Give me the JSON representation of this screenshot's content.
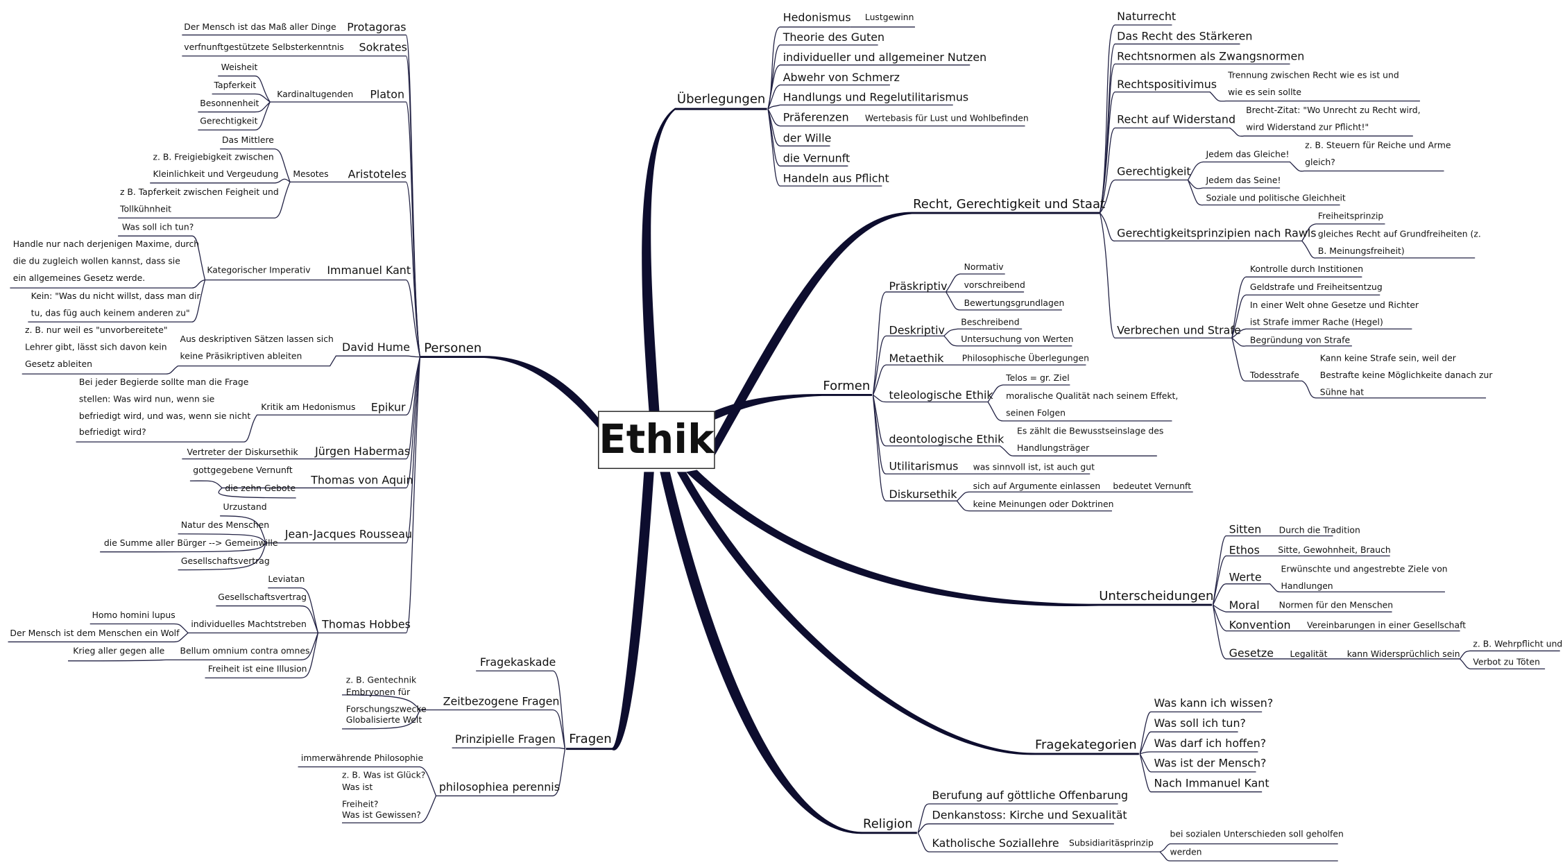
{
  "center": "Ethik",
  "main": {
    "ueberlegungen": "Überlegungen",
    "recht": "Recht, Gerechtigkeit und Staat",
    "formen": "Formen",
    "unterscheidungen": "Unterscheidungen",
    "fragekategorien": "Fragekategorien",
    "religion": "Religion",
    "fragen": "Fragen",
    "personen": "Personen"
  },
  "ueberlegungen": {
    "hedonismus": "Hedonismus",
    "lustgewinn": "Lustgewinn",
    "theorie": "Theorie des Guten",
    "nutzen": "individueller und allgemeiner Nutzen",
    "abwehr": "Abwehr von Schmerz",
    "handlungs": "Handlungs und Regelutilitarismus",
    "praeferenzen": "Präferenzen",
    "wertebasis": "Wertebasis für Lust und Wohlbefinden",
    "wille": "der Wille",
    "vernunft": "die Vernunft",
    "pflicht": "Handeln aus Pflicht"
  },
  "recht": {
    "naturrecht": "Naturrecht",
    "staerkeren": "Das Recht des Stärkeren",
    "zwangsnormen": "Rechtsnormen als Zwangsnormen",
    "positivismus": "Rechtspositivimus",
    "trennung1": "Trennung zwischen Recht wie es ist und",
    "trennung2": "wie es sein sollte",
    "widerstand": "Recht auf Widerstand",
    "brecht1": "Brecht-Zitat: \"Wo Unrecht zu Recht wird,",
    "brecht2": "wird Widerstand zur Pflicht!\"",
    "gerechtigkeit": "Gerechtigkeit",
    "gleiche": "Jedem das Gleiche!",
    "steuern1": "z. B. Steuern für Reiche und Arme",
    "steuern2": "gleich?",
    "seine": "Jedem das Seine!",
    "soziale": "Soziale und politische Gleichheit",
    "rawls": "Gerechtigkeitsprinzipien nach Rawls",
    "freiheitsprinzip": "Freiheitsprinzip",
    "gleichesrecht1": "gleiches Recht auf Grundfreiheiten (z.",
    "gleichesrecht2": "B. Meinungsfreiheit)",
    "verbrechen": "Verbrechen und Strafe",
    "kontrolle": "Kontrolle durch Institionen",
    "geldstrafe": "Geldstrafe und Freiheitsentzug",
    "welt1": "In einer Welt ohne Gesetze und Richter",
    "welt2": "ist Strafe immer Rache (Hegel)",
    "begruendung": "Begründung von Strafe",
    "todesstrafe": "Todesstrafe",
    "keine1": "Kann keine Strafe sein, weil der",
    "keine2": "Bestrafte keine Möglichkeite danach zur",
    "keine3": "Sühne hat"
  },
  "formen": {
    "praeskriptiv": "Präskriptiv",
    "normativ": "Normativ",
    "vorschreibend": "vorschreibend",
    "bewertung": "Bewertungsgrundlagen",
    "deskriptiv": "Deskriptiv",
    "beschreibend": "Beschreibend",
    "untersuchung": "Untersuchung von Werten",
    "metaethik": "Metaethik",
    "philosophische": "Philosophische Überlegungen",
    "teleologisch": "teleologische Ethik",
    "telos": "Telos = gr. Ziel",
    "moralisch1": "moralische Qualität nach seinem Effekt,",
    "moralisch2": "seinen Folgen",
    "deontologisch": "deontologische Ethik",
    "zaehlt1": "Es zählt die Bewusstseinslage des",
    "zaehlt2": "Handlungsträger",
    "utilitarismus": "Utilitarismus",
    "sinnvoll": "was sinnvoll ist, ist auch gut",
    "diskursethik": "Diskursethik",
    "argumente": "sich auf Argumente einlassen",
    "bedeutet": "bedeutet Vernunft",
    "meinungen": "keine Meinungen oder Doktrinen"
  },
  "unterscheidungen": {
    "sitten": "Sitten",
    "tradition": "Durch die Tradition",
    "ethos": "Ethos",
    "brauch": "Sitte, Gewohnheit, Brauch",
    "werte": "Werte",
    "ziele1": "Erwünschte und angestrebte Ziele von",
    "ziele2": "Handlungen",
    "moral": "Moral",
    "normen": "Normen für den Menschen",
    "konvention": "Konvention",
    "vereinbarungen": "Vereinbarungen in einer Gesellschaft",
    "gesetze": "Gesetze",
    "legalitaet": "Legalität",
    "widerspruch": "kann Widersprüchlich sein",
    "wehrpflicht1": "z. B. Wehrpflicht und",
    "wehrpflicht2": "Verbot zu Töten"
  },
  "fragekategorien": {
    "wissen": "Was kann ich wissen?",
    "tun": "Was soll ich tun?",
    "hoffen": "Was darf ich hoffen?",
    "mensch": "Was ist der Mensch?",
    "kant": "Nach Immanuel Kant"
  },
  "religion": {
    "berufung": "Berufung auf göttliche Offenbarung",
    "denkanstoss": "Denkanstoss: Kirche und Sexualität",
    "soziallehre": "Katholische Soziallehre",
    "subsidiaritaet": "Subsidiaritäsprinzip",
    "sozialen1": "bei sozialen Unterschieden soll geholfen",
    "sozialen2": "werden"
  },
  "fragen": {
    "kaskade": "Fragekaskade",
    "zeitbezogen": "Zeitbezogene Fragen",
    "gentechnik1": "z. B. Gentechnik",
    "gentechnik2": "Embryonen für",
    "gentechnik3": "Forschungszwecke",
    "gentechnik4": "Globalisierte Welt",
    "prinzipiell": "Prinzipielle Fragen",
    "perennis": "philosophiea perennis",
    "immer": "immerwährende Philosophie",
    "glueck1": "z. B. Was ist Glück?",
    "glueck2": "Was ist",
    "glueck3": "Freiheit?",
    "glueck4": "Was ist Gewissen?"
  },
  "personen": {
    "protagoras": "Protagoras",
    "mass": "Der Mensch ist das Maß aller Dinge",
    "sokrates": "Sokrates",
    "selbst": "verfnunftgestützete Selbsterkenntnis",
    "platon": "Platon",
    "kardinal": "Kardinaltugenden",
    "weisheit": "Weisheit",
    "tapferkeit": "Tapferkeit",
    "besonnenheit": "Besonnenheit",
    "gerechtigkeit": "Gerechtigkeit",
    "aristoteles": "Aristoteles",
    "mesotes": "Mesotes",
    "mittlere": "Das Mittlere",
    "frei1": "z. B. Freigiebigkeit zwischen",
    "frei2": "Kleinlichkeit und Vergeudung",
    "tapf1": "z  B. Tapferkeit zwischen Feigheit und",
    "tapf2": "Tollkühnheit",
    "kant": "Immanuel Kant",
    "kategorisch": "Kategorischer Imperativ",
    "wastun": "Was soll ich tun?",
    "maxime1": "Handle nur nach derjenigen Maxime, durch",
    "maxime2": "die du zugleich wollen kannst, dass sie",
    "maxime3": "ein allgemeines Gesetz werde.",
    "kein1": "Kein: \"Was du nicht willst, dass man dir",
    "kein2": "tu, das füg auch keinem anderen zu\"",
    "hume": "David Hume",
    "aus1": "Aus deskriptiven Sätzen lassen sich",
    "aus2": "keine Präsikriptiven ableiten",
    "lehrer1": "z. B. nur weil es \"unvorbereitete\"",
    "lehrer2": "Lehrer gibt, lässt sich davon kein",
    "lehrer3": "Gesetz ableiten",
    "epikur": "Epikur",
    "kritik": "Kritik am Hedonismus",
    "begierde1": "Bei jeder Begierde sollte man die Frage",
    "begierde2": "stellen: Was wird nun, wenn sie",
    "begierde3": "befriedigt wird, und was, wenn sie nicht",
    "begierde4": "befriedigt wird?",
    "habermas": "Jürgen Habermas",
    "vertreter": "Vertreter der Diskursethik",
    "aquin": "Thomas von Aquin",
    "gottgegeben": "gottgegebene Vernunft",
    "gebote": "die zehn Gebote",
    "rousseau": "Jean-Jacques Rousseau",
    "urzustand": "Urzustand",
    "natur": "Natur des Menschen",
    "summe": "die Summe aller Bürger --> Gemeinwille",
    "vertrag": "Gesellschaftsvertrag",
    "hobbes": "Thomas Hobbes",
    "leviatan": "Leviatan",
    "gvertrag": "Gesellschaftsvertrag",
    "macht": "individuelles Machtstreben",
    "homo": "Homo homini lupus",
    "wolf": "Der Mensch ist dem Menschen ein Wolf",
    "bellum": "Bellum omnium contra omnes",
    "krieg": "Krieg aller gegen alle",
    "illusion": "Freiheit ist eine Illusion"
  }
}
